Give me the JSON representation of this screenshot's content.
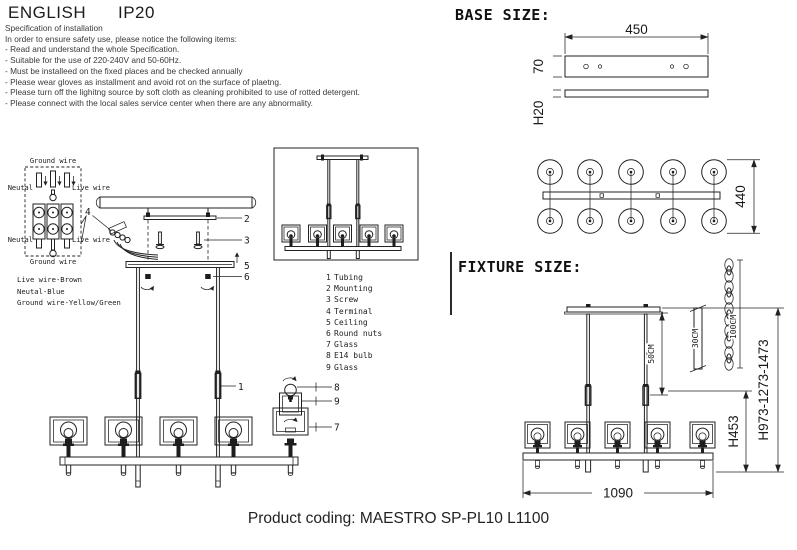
{
  "header": {
    "language": "ENGLISH",
    "ip_rating": "IP20"
  },
  "spec": {
    "title": "Specification of installation",
    "intro": "In order to ensure safety use, please notice the following items:",
    "items": [
      "- Read and understand the whole Specification.",
      "- Suitable for the use of 220-240V and 50-60Hz.",
      "- Must be installeed on the fixed places and be checked annually",
      "- Please wear gloves as installment and avoid rot on the surface of plaetng.",
      "- Please turn off the lighitng source by soft cloth as cleaning prohibited to use of rotted detergent.",
      "- Please connect with the local sales service center when there are any abnormality."
    ]
  },
  "wiring": {
    "ground_wire_top": "Ground wire",
    "neutral_top": "Neutal",
    "live_top": "Live wire",
    "neutral_bottom": "Neutal",
    "live_bottom": "Live wire",
    "ground_wire_bottom": "Ground wire",
    "legend": [
      "Live wire-Brown",
      "Neutal-Blue",
      "Ground wire-Yellow/Green"
    ]
  },
  "parts": [
    {
      "num": "1",
      "label": "Tubing"
    },
    {
      "num": "2",
      "label": "Mounting"
    },
    {
      "num": "3",
      "label": "Screw"
    },
    {
      "num": "4",
      "label": "Terminal"
    },
    {
      "num": "5",
      "label": "Ceiling"
    },
    {
      "num": "6",
      "label": "Round nuts"
    },
    {
      "num": "7",
      "label": "Glass"
    },
    {
      "num": "8",
      "label": "E14 bulb"
    },
    {
      "num": "9",
      "label": "Glass"
    }
  ],
  "base_size": {
    "title": "BASE SIZE:",
    "width": "450",
    "depth": "70",
    "thickness": "H20",
    "span": "440"
  },
  "fixture_size": {
    "title": "FIXTURE SIZE:",
    "rod_length": "50CM",
    "rod_option": "30CM",
    "chain_length": "100CM",
    "body_height": "H453",
    "total_height": "H973-1273-1473",
    "width": "1090"
  },
  "footer": {
    "product_coding": "Product coding: MAESTRO SP-PL10 L1100"
  },
  "colors": {
    "line": "#222222",
    "text": "#333333",
    "background": "#ffffff"
  }
}
